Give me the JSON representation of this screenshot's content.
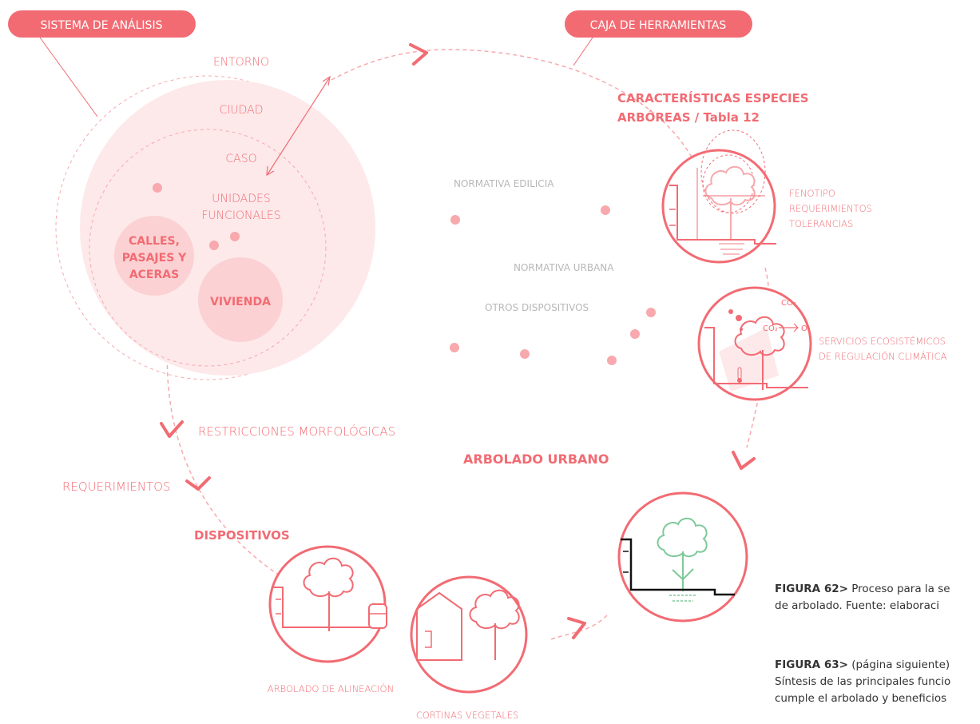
{
  "colors": {
    "accent": "#f26b73",
    "accent_light": "#f7a9ad",
    "fill_light": "#fde9ea",
    "fill_mid": "#fbd1d3",
    "muted_text": "#b8b8b8",
    "green": "#7ec99a",
    "dark": "#111111"
  },
  "labels": {
    "sistema": "SISTEMA DE ANÁLISIS",
    "caja": "CAJA DE HERRAMIENTAS",
    "entorno": "ENTORNO",
    "ciudad": "CIUDAD",
    "caso": "CASO",
    "unidades_1": "UNIDADES",
    "unidades_2": "FUNCIONALES",
    "calles_1": "CALLES,",
    "calles_2": "PASAJES Y",
    "calles_3": "ACERAS",
    "vivienda": "VIVIENDA",
    "caracteristicas_1": "CARACTERÍSTICAS ESPECIES",
    "caracteristicas_2": "ARBÓREAS / Tabla 12",
    "fenotipo_1": "FENOTIPO",
    "fenotipo_2": "REQUERIMIENTOS",
    "fenotipo_3": "TOLERANCIAS",
    "servicios_1": "SERVICIOS ECOSISTÉMICOS",
    "servicios_2": "DE REGULACIÓN CLIMÁTICA",
    "normativa_edilicia": "NORMATIVA EDILICIA",
    "normativa_urbana": "NORMATIVA URBANA",
    "otros_dispositivos": "OTROS DISPOSITIVOS",
    "restricciones": "RESTRICCIONES MORFOLÓGICAS",
    "requerimientos": "REQUERIMIENTOS",
    "arbolado_urbano": "ARBOLADO URBANO",
    "dispositivos": "DISPOSITIVOS",
    "arbolado_alineacion": "ARBOLADO DE ALINEACIÓN",
    "cortinas": "CORTINAS VEGETALES",
    "co2_a": "CO₂",
    "co2_b": "CO₂",
    "o2": "O₂"
  },
  "captions": {
    "fig62_label": "FIGURA 62>",
    "fig62_line1": " Proceso para la se",
    "fig62_line2": "de arbolado. Fuente: elaboraci",
    "fig63_label": "FIGURA 63>",
    "fig63_line1": " (página siguiente)",
    "fig63_line2": "Síntesis de las principales funcio",
    "fig63_line3": "cumple el arbolado y beneficios"
  }
}
